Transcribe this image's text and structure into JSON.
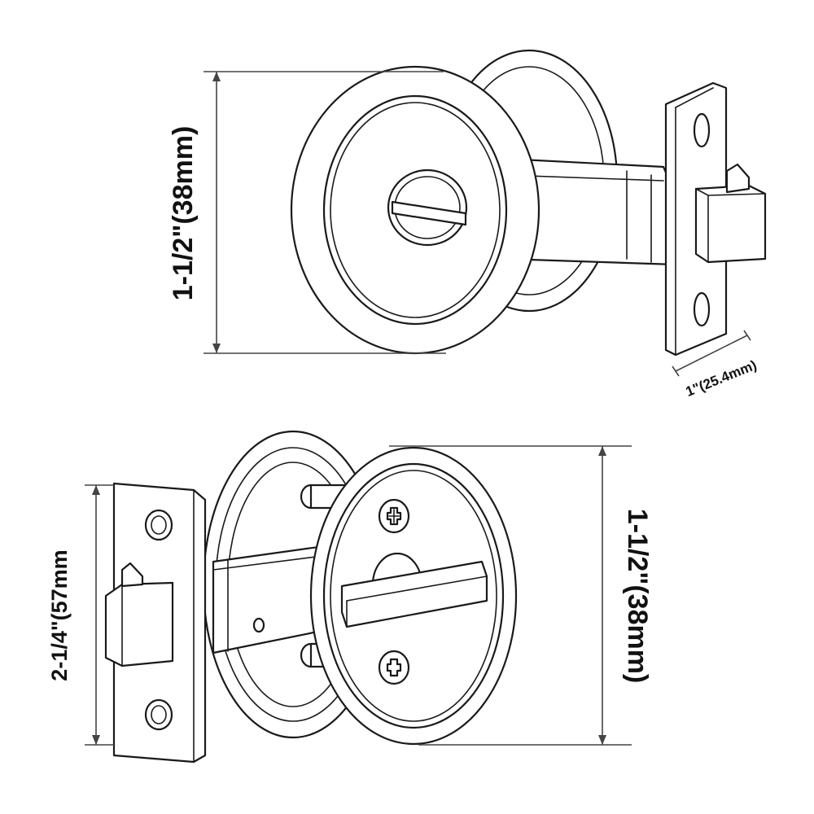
{
  "diagram": {
    "top_view": {
      "height_label": "1-1/2\"(38mm)",
      "backset_label": "1\"(25.4mm)"
    },
    "bottom_view": {
      "height_label": "1-1/2\"(38mm)",
      "faceplate_label": "2-1/4\"(57mm"
    },
    "colors": {
      "line": "#1a1a1a",
      "background": "#ffffff"
    }
  }
}
